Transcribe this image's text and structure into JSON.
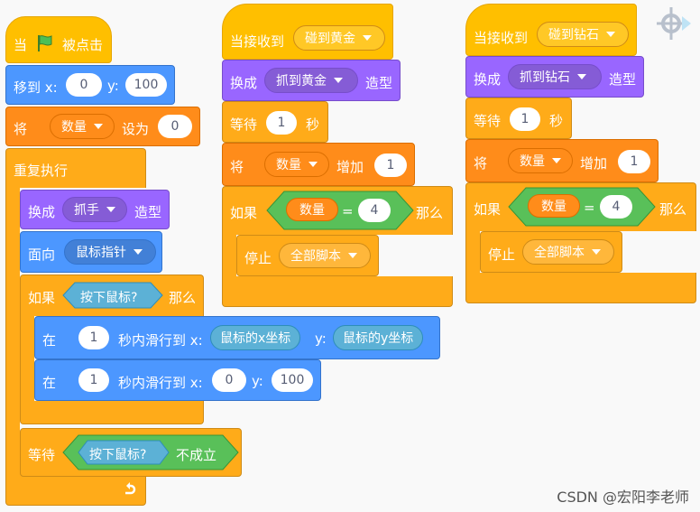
{
  "script1": {
    "hat": {
      "when": "当",
      "clicked": "被点击"
    },
    "goto": {
      "label": "移到 x:",
      "x": "0",
      "ylabel": "y:",
      "y": "100"
    },
    "setvar": {
      "label": "将",
      "var": "数量",
      "to": "设为",
      "value": "0"
    },
    "forever": "重复执行",
    "costume": {
      "label": "换成",
      "value": "抓手",
      "suffix": "造型"
    },
    "point": {
      "label": "面向",
      "value": "鼠标指针"
    },
    "ifmouse": {
      "label": "如果",
      "cond": "按下鼠标?",
      "then": "那么"
    },
    "glide1": {
      "label": "在",
      "secs": "1",
      "mid": "秒内滑行到 x:",
      "x": "鼠标的x坐标",
      "ylabel": "y:",
      "y": "鼠标的y坐标"
    },
    "glide2": {
      "label": "在",
      "secs": "1",
      "mid": "秒内滑行到 x:",
      "x": "0",
      "ylabel": "y:",
      "y": "100"
    },
    "waituntil": {
      "label": "等待",
      "cond": "按下鼠标?",
      "not": "不成立"
    }
  },
  "script2": {
    "hat": {
      "label": "当接收到",
      "msg": "碰到黄金"
    },
    "costume": {
      "label": "换成",
      "value": "抓到黄金",
      "suffix": "造型"
    },
    "wait": {
      "label": "等待",
      "value": "1",
      "unit": "秒"
    },
    "change": {
      "label": "将",
      "var": "数量",
      "by": "增加",
      "value": "1"
    },
    "ifeq": {
      "label": "如果",
      "var": "数量",
      "eq": "=",
      "value": "4",
      "then": "那么"
    },
    "stop": {
      "label": "停止",
      "value": "全部脚本"
    }
  },
  "script3": {
    "hat": {
      "label": "当接收到",
      "msg": "碰到钻石"
    },
    "costume": {
      "label": "换成",
      "value": "抓到钻石",
      "suffix": "造型"
    },
    "wait": {
      "label": "等待",
      "value": "1",
      "unit": "秒"
    },
    "change": {
      "label": "将",
      "var": "数量",
      "by": "增加",
      "value": "1"
    },
    "ifeq": {
      "label": "如果",
      "var": "数量",
      "eq": "=",
      "value": "4",
      "then": "那么"
    },
    "stop": {
      "label": "停止",
      "value": "全部脚本"
    }
  },
  "watermark": "CSDN @宏阳李老师",
  "colors": {
    "events": "#ffbf00",
    "motion": "#4c97ff",
    "looks": "#9966ff",
    "variables": "#ff8c1a",
    "control": "#ffab19",
    "sensing": "#5cb1d6",
    "operators": "#59c059"
  }
}
